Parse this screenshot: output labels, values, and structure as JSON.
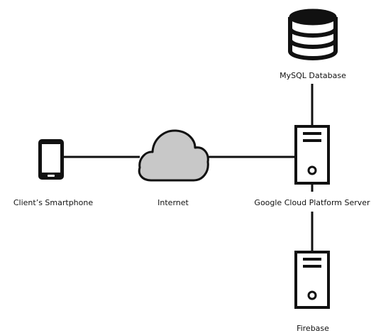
{
  "nodes": {
    "database": {
      "label": "MySQL Database",
      "icon": "database-icon"
    },
    "smartphone": {
      "label": "Client’s Smartphone",
      "icon": "smartphone-icon"
    },
    "internet": {
      "label": "Internet",
      "icon": "cloud-icon"
    },
    "gcp_server": {
      "label": "Google Cloud Platform Server",
      "icon": "server-icon"
    },
    "firebase": {
      "label": "Firebase",
      "icon": "server-icon"
    }
  },
  "colors": {
    "stroke": "#111111",
    "cloud_fill": "#c8c8c8",
    "background": "#ffffff"
  }
}
